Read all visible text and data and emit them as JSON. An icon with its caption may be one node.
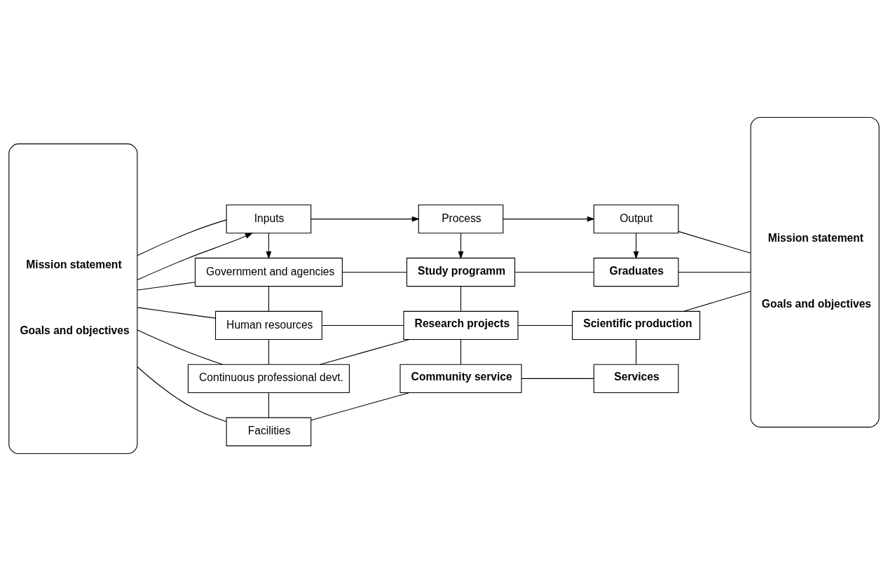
{
  "diagram": {
    "nodes": [
      {
        "text": [
          "Mission statement",
          "Goals and objectives"
        ]
      },
      {
        "text": [
          "Inputs"
        ]
      },
      {
        "text": [
          "Process"
        ]
      },
      {
        "text": [
          "Output"
        ]
      },
      {
        "text": [
          "Mission statement",
          "Goals and objectives"
        ]
      },
      {
        "text": [
          "Government and agencies"
        ]
      },
      {
        "text": [
          "Study programm"
        ]
      },
      {
        "text": [
          "Graduates"
        ]
      },
      {
        "text": [
          "Human resources"
        ]
      },
      {
        "text": [
          "Research projects"
        ]
      },
      {
        "text": [
          "Scientific production"
        ]
      },
      {
        "text": [
          "Continuous professional devt."
        ]
      },
      {
        "text": [
          "Facilities"
        ]
      },
      {
        "text": [
          "Community service"
        ]
      },
      {
        "text": [
          "Services"
        ]
      }
    ],
    "edges": [
      {
        "from": 0,
        "to": 1,
        "arrow": "to"
      },
      {
        "from": 1,
        "to": 2,
        "arrow": "to"
      },
      {
        "from": 2,
        "to": 3,
        "arrow": "to"
      },
      {
        "from": 3,
        "to": 4,
        "arrow": "none"
      },
      {
        "from": 1,
        "to": 5,
        "arrow": "to"
      },
      {
        "from": 2,
        "to": 6,
        "arrow": "to"
      },
      {
        "from": 3,
        "to": 7,
        "arrow": "to"
      },
      {
        "from": 0,
        "to": 1,
        "arrow": "none"
      },
      {
        "from": 0,
        "to": 5,
        "arrow": "none"
      },
      {
        "from": 0,
        "to": 8,
        "arrow": "none"
      },
      {
        "from": 0,
        "to": 11,
        "arrow": "none"
      },
      {
        "from": 0,
        "to": 12,
        "arrow": "none"
      },
      {
        "from": 5,
        "to": 6,
        "arrow": "none"
      },
      {
        "from": 6,
        "to": 7,
        "arrow": "none"
      },
      {
        "from": 5,
        "to": 8,
        "arrow": "none"
      },
      {
        "from": 8,
        "to": 11,
        "arrow": "none"
      },
      {
        "from": 11,
        "to": 12,
        "arrow": "none"
      },
      {
        "from": 6,
        "to": 9,
        "arrow": "none"
      },
      {
        "from": 8,
        "to": 9,
        "arrow": "none"
      },
      {
        "from": 11,
        "to": 9,
        "arrow": "none"
      },
      {
        "from": 9,
        "to": 10,
        "arrow": "none"
      },
      {
        "from": 9,
        "to": 13,
        "arrow": "none"
      },
      {
        "from": 12,
        "to": 13,
        "arrow": "none"
      },
      {
        "from": 13,
        "to": 14,
        "arrow": "none"
      },
      {
        "from": 10,
        "to": 14,
        "arrow": "none"
      },
      {
        "from": 7,
        "to": 4,
        "arrow": "none"
      },
      {
        "from": 10,
        "to": 4,
        "arrow": "none"
      }
    ]
  }
}
